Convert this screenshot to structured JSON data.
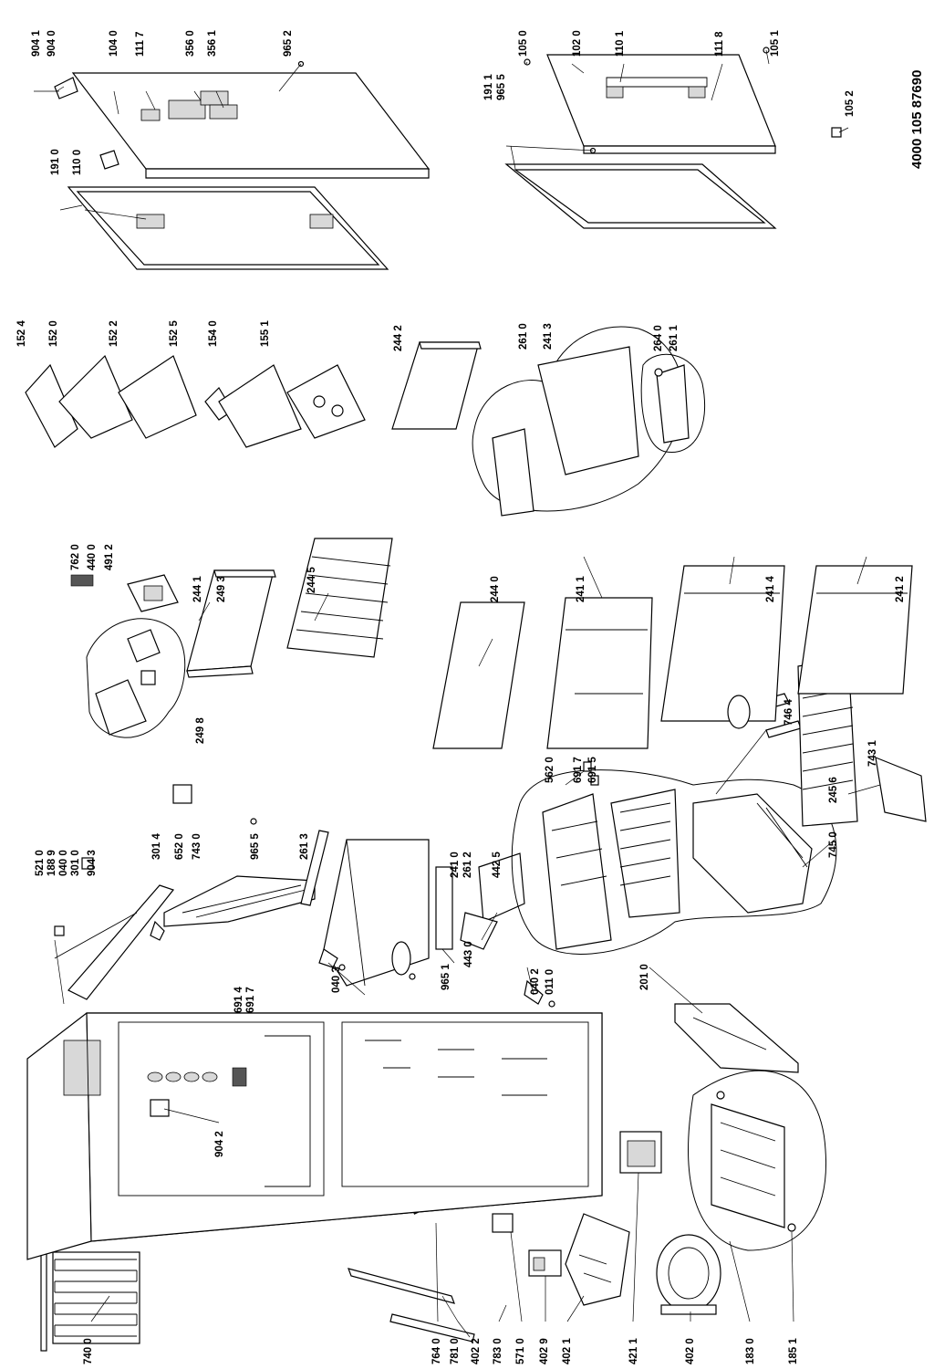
{
  "document_number": "4000 105 87690",
  "part_labels": {
    "p740_0": "740 0",
    "p781_0": "781 0",
    "p402_2": "402 2",
    "p783_0": "783 0",
    "p571_0": "571 0",
    "p402_9": "402 9",
    "p764_0": "764 0",
    "p402_1": "402 1",
    "p421_1": "421 1",
    "p402_0": "402 0",
    "p183_0": "183 0",
    "p185_1": "185 1",
    "p904_2": "904 2",
    "p521_0": "521 0",
    "p188_9": "188 9",
    "p040_0": "040 0",
    "p301_0": "301 0",
    "p904_3": "904 3",
    "p301_4": "301 4",
    "p652_0": "652 0",
    "p743_0": "743 0",
    "p965_5a": "965 5",
    "p261_3": "261 3",
    "p691_4": "691 4",
    "p691_7a": "691 7",
    "p040_3": "040 3",
    "p241_0": "241 0",
    "p261_2": "261 2",
    "p442_5": "442 5",
    "p965_1": "965 1",
    "p443_0": "443 0",
    "p040_2": "040 2",
    "p011_0": "011 0",
    "p201_0": "201 0",
    "p562_0": "562 0",
    "p691_7b": "691 7",
    "p691_5": "691 5",
    "p745_0": "745 0",
    "p245_6": "245 6",
    "p746_4": "746 4",
    "p743_1": "743 1",
    "p762_0": "762 0",
    "p440_0": "440 0",
    "p491_2": "491 2",
    "p244_1": "244 1",
    "p249_3": "249 3",
    "p249_8": "249 8",
    "p244_5": "244 5",
    "p244_0": "244 0",
    "p241_1": "241 1",
    "p241_4": "241 4",
    "p241_2": "241 2",
    "p152_4": "152 4",
    "p152_0": "152 0",
    "p152_2": "152 2",
    "p152_5": "152 5",
    "p154_0": "154 0",
    "p155_1": "155 1",
    "p244_2": "244 2",
    "p261_0": "261 0",
    "p241_3": "241 3",
    "p264_0": "264 0",
    "p261_1": "261 1",
    "p904_1": "904 1",
    "p904_0": "904 0",
    "p104_0": "104 0",
    "p111_7": "111 7",
    "p356_0": "356 0",
    "p356_1": "356 1",
    "p965_2": "965 2",
    "p191_0": "191 0",
    "p110_0": "110 0",
    "p105_0": "105 0",
    "p102_0": "102 0",
    "p110_1": "110 1",
    "p111_8": "111 8",
    "p105_1": "105 1",
    "p191_1": "191 1",
    "p965_5b": "965 5",
    "p105_2": "105 2"
  }
}
